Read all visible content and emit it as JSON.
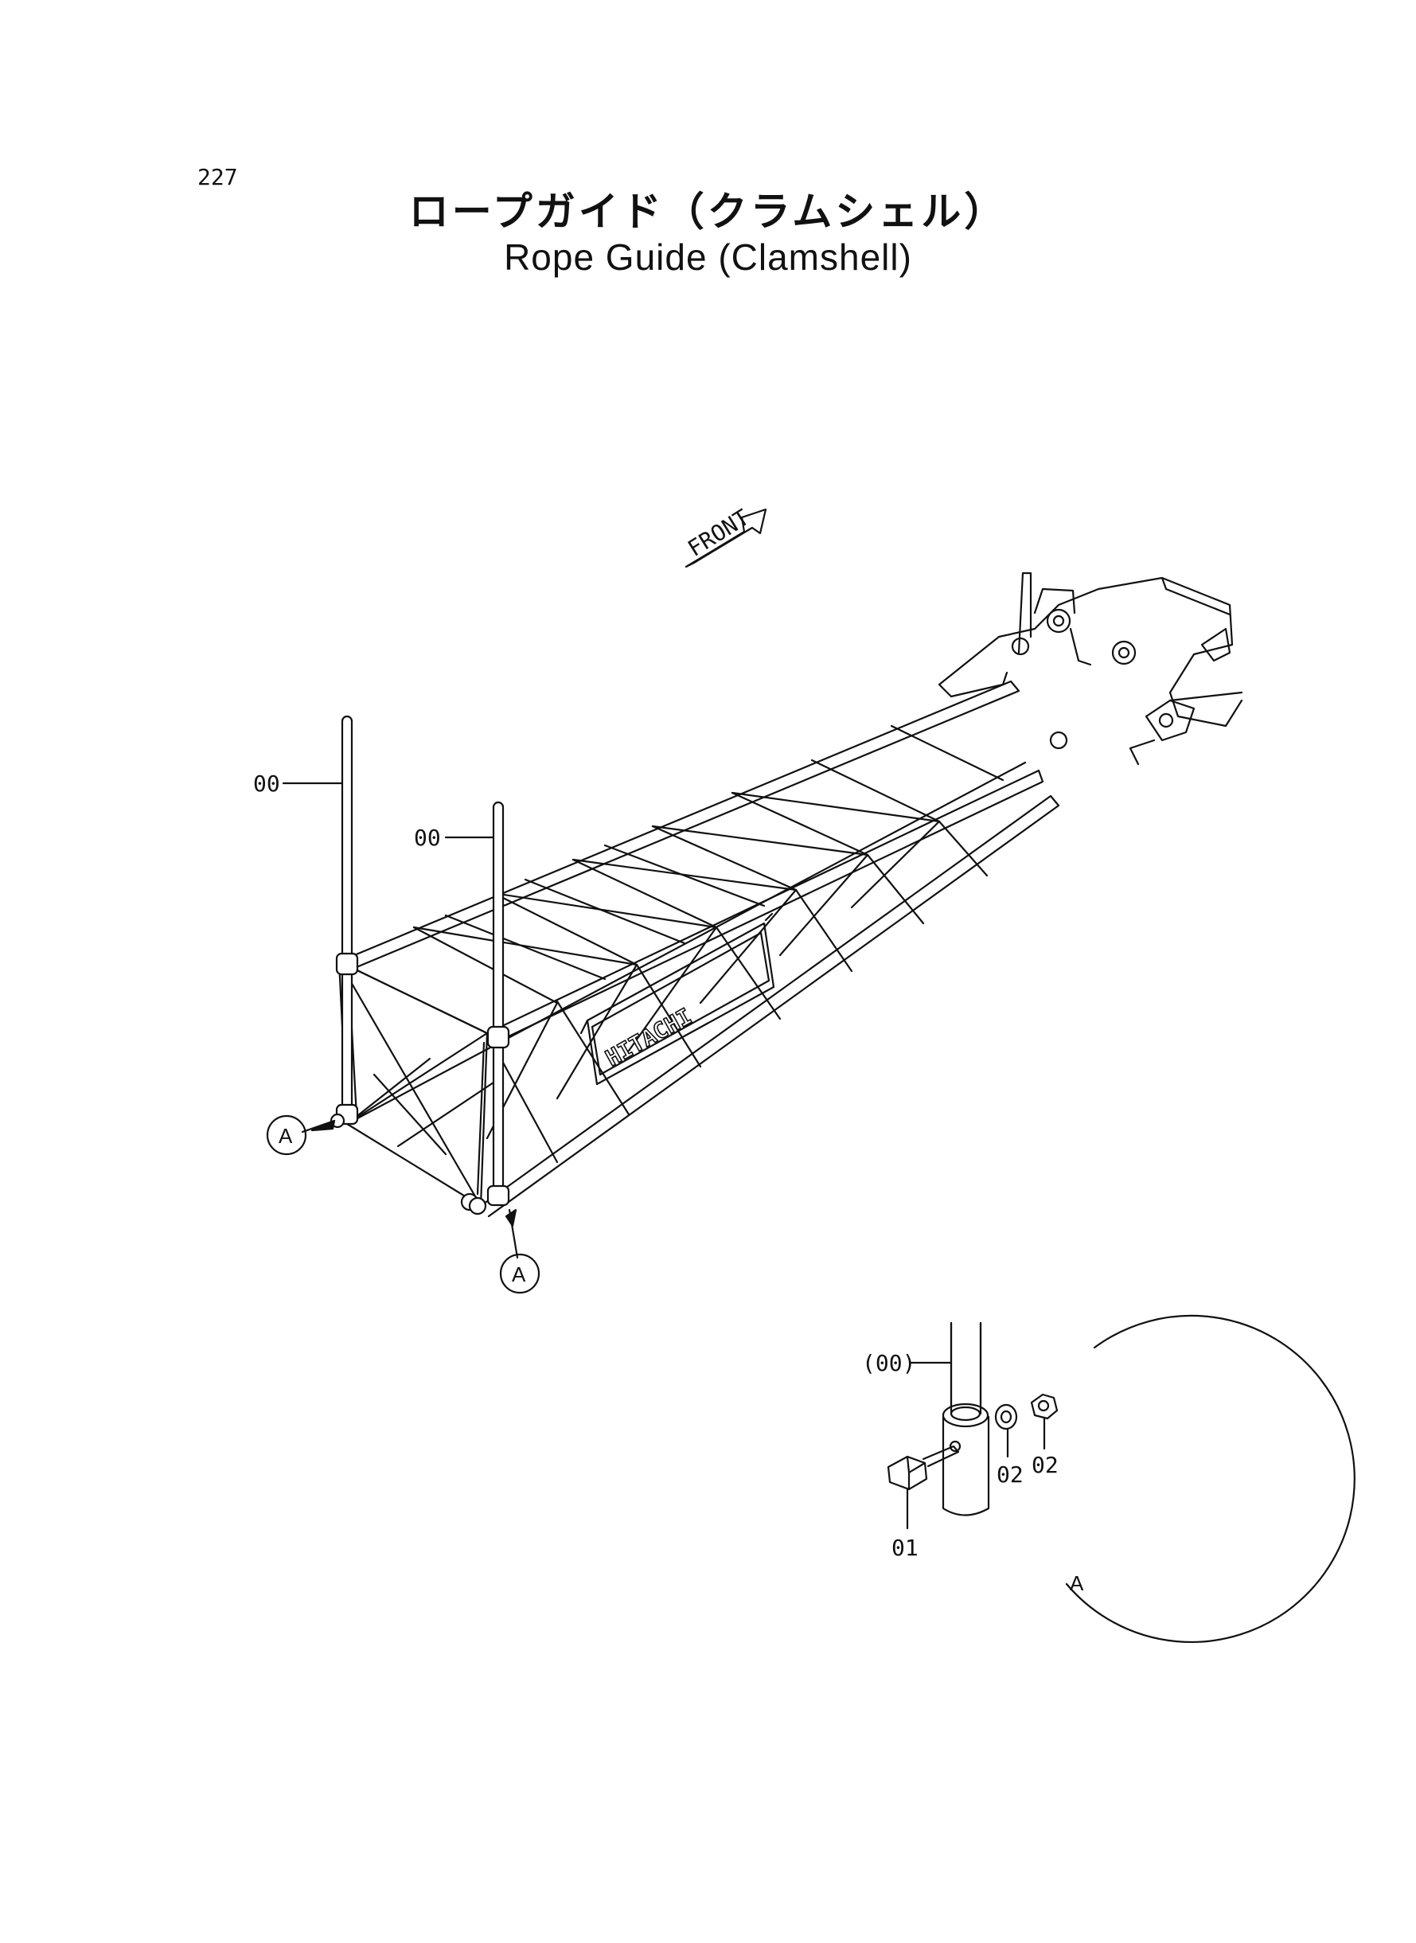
{
  "page_number": "227",
  "title_jp": "ロープガイド（クラムシェル）",
  "title_en": "Rope Guide (Clamshell)",
  "front_label": "FRONT",
  "brand_label": "HITACHI",
  "callouts": {
    "rope_guide_left": "00",
    "rope_guide_right": "00",
    "detail_ref_left": "A",
    "detail_ref_right": "A"
  },
  "detail": {
    "label": "A",
    "rope_guide_ref": "(00)",
    "bolt": "01",
    "washer": "02",
    "nut": "02"
  }
}
